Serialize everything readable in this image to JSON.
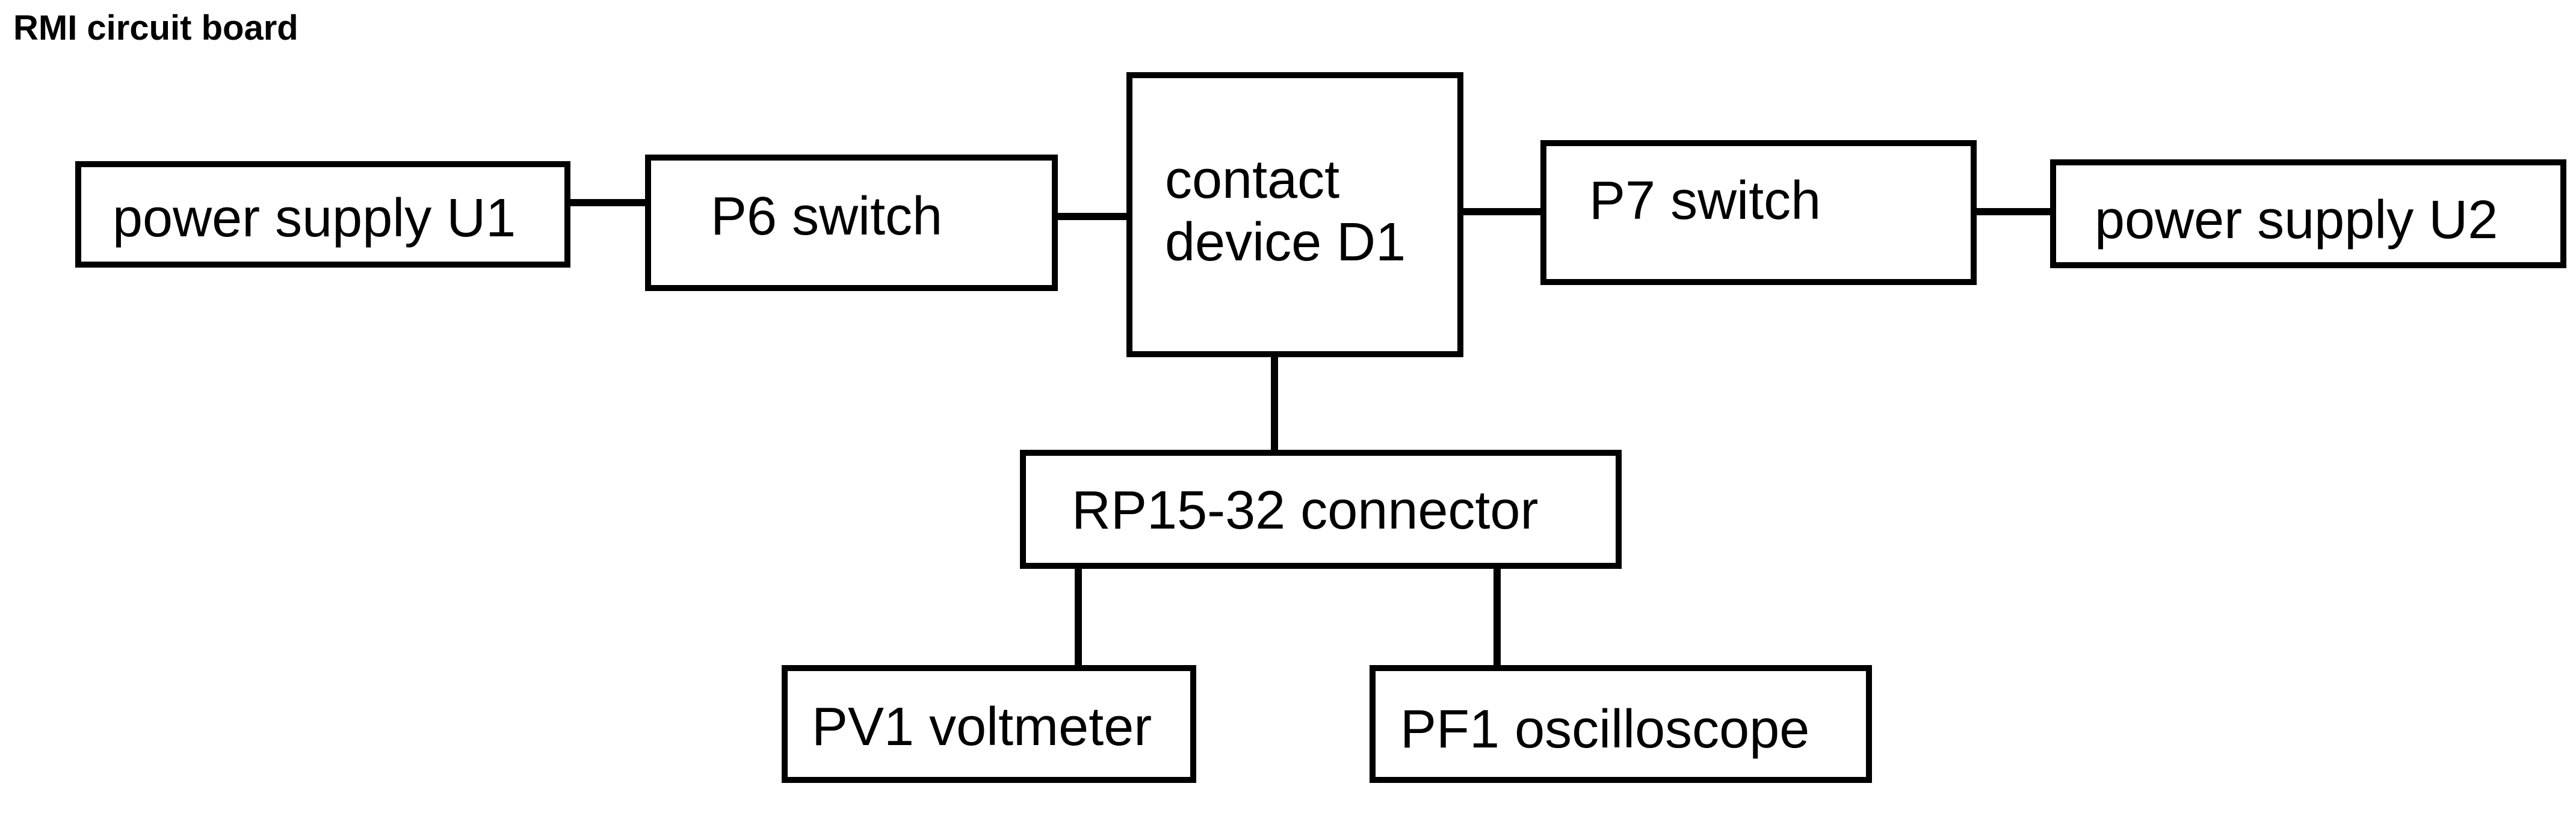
{
  "title": "RMI circuit board",
  "nodes": {
    "power_supply_u1": "power supply U1",
    "p6_switch": "P6 switch",
    "contact_device_d1": "contact\ndevice D1",
    "p7_switch": "P7 switch",
    "power_supply_u2": "power supply U2",
    "rp15_32_connector": "RP15-32 connector",
    "pv1_voltmeter": "PV1 voltmeter",
    "pf1_oscilloscope": "PF1 oscilloscope"
  },
  "edges": [
    {
      "from": "power_supply_u1",
      "to": "p6_switch"
    },
    {
      "from": "p6_switch",
      "to": "contact_device_d1"
    },
    {
      "from": "contact_device_d1",
      "to": "p7_switch"
    },
    {
      "from": "p7_switch",
      "to": "power_supply_u2"
    },
    {
      "from": "contact_device_d1",
      "to": "rp15_32_connector"
    },
    {
      "from": "rp15_32_connector",
      "to": "pv1_voltmeter"
    },
    {
      "from": "rp15_32_connector",
      "to": "pf1_oscilloscope"
    }
  ],
  "style": {
    "line_color": "#000000",
    "box_border_color": "#000000",
    "background": "#ffffff"
  }
}
